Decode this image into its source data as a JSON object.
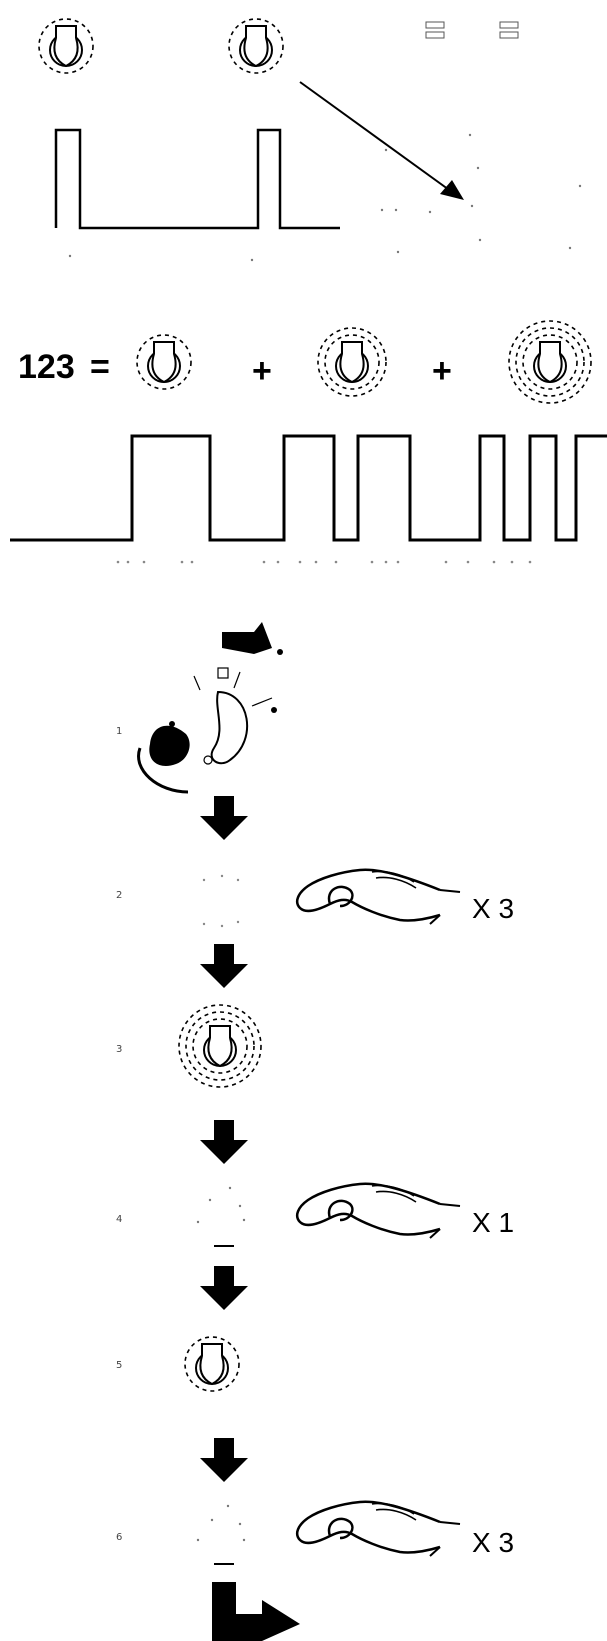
{
  "formula": {
    "lhs": "123",
    "equals": "=",
    "plus": "+"
  },
  "steps": {
    "numbers": [
      "1",
      "2",
      "3",
      "4",
      "5",
      "6"
    ],
    "multipliers": [
      "X 3",
      "X 1",
      "X 3"
    ]
  },
  "colors": {
    "ink": "#000000",
    "paper": "#ffffff",
    "faint": "#444444"
  },
  "icons": [
    "lamp-icon",
    "arrow-down-icon",
    "hand-icon",
    "arrow-return-icon",
    "pulse-waveform"
  ]
}
